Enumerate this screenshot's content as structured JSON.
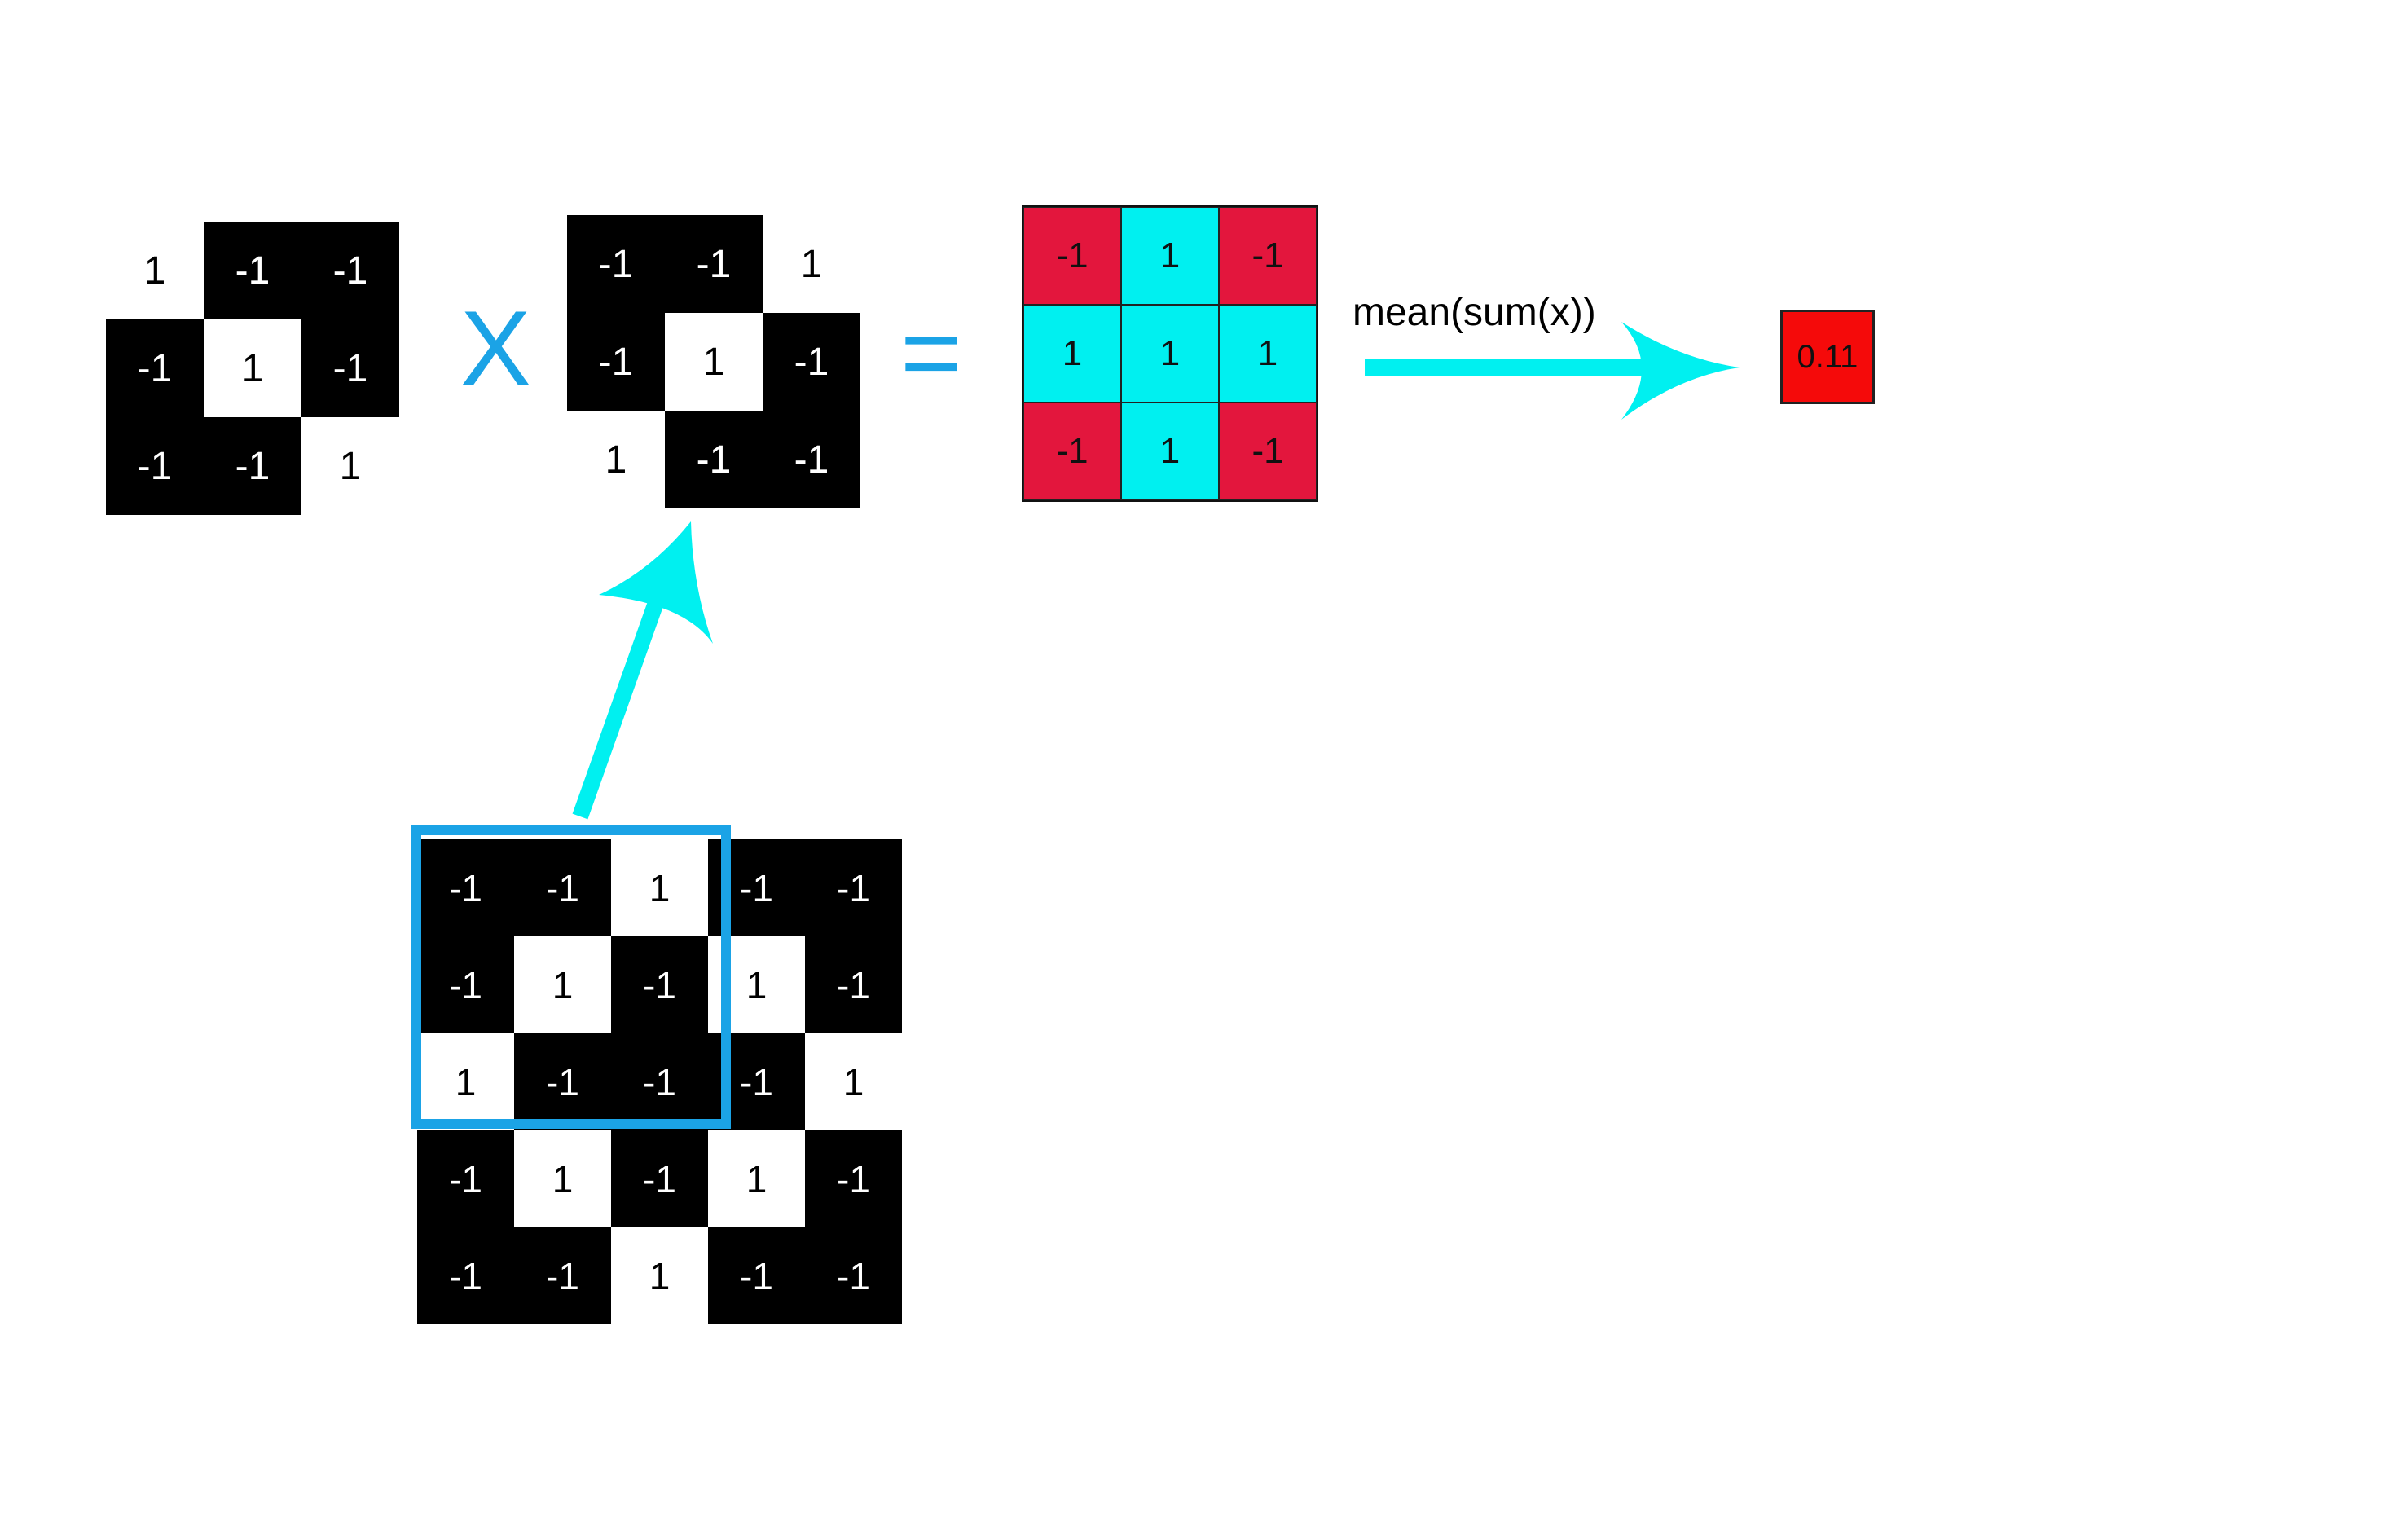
{
  "filter": {
    "cells": [
      "1",
      "-1",
      "-1",
      "-1",
      "1",
      "-1",
      "-1",
      "-1",
      "1"
    ],
    "colors": [
      "white",
      "black",
      "black",
      "black",
      "white",
      "black",
      "black",
      "black",
      "white"
    ]
  },
  "times_symbol": "X",
  "patch": {
    "cells": [
      "-1",
      "-1",
      "1",
      "-1",
      "1",
      "-1",
      "1",
      "-1",
      "-1"
    ],
    "colors": [
      "black",
      "black",
      "white",
      "black",
      "white",
      "black",
      "white",
      "black",
      "black"
    ]
  },
  "equals_symbol": "=",
  "result": {
    "cells": [
      "-1",
      "1",
      "-1",
      "1",
      "1",
      "1",
      "-1",
      "1",
      "-1"
    ],
    "colors": [
      "red",
      "cyan",
      "red",
      "cyan",
      "cyan",
      "cyan",
      "red",
      "cyan",
      "red"
    ]
  },
  "operation_label": "mean(sum(x))",
  "output_value": "0.11",
  "image": {
    "cells": [
      "-1",
      "-1",
      "1",
      "-1",
      "-1",
      "-1",
      "1",
      "-1",
      "1",
      "-1",
      "1",
      "-1",
      "-1",
      "-1",
      "1",
      "-1",
      "1",
      "-1",
      "1",
      "-1",
      "-1",
      "-1",
      "1",
      "-1",
      "-1"
    ],
    "colors": [
      "black",
      "black",
      "white",
      "black",
      "black",
      "black",
      "white",
      "black",
      "white",
      "black",
      "white",
      "black",
      "black",
      "black",
      "white",
      "black",
      "white",
      "black",
      "white",
      "black",
      "black",
      "black",
      "white",
      "black",
      "black"
    ]
  },
  "colors": {
    "operator_blue": "#1ba3e6",
    "arrow_cyan": "#00f0f0",
    "result_red": "#e3163d",
    "result_cyan": "#00f0f0",
    "output_red": "#f50a0a"
  }
}
